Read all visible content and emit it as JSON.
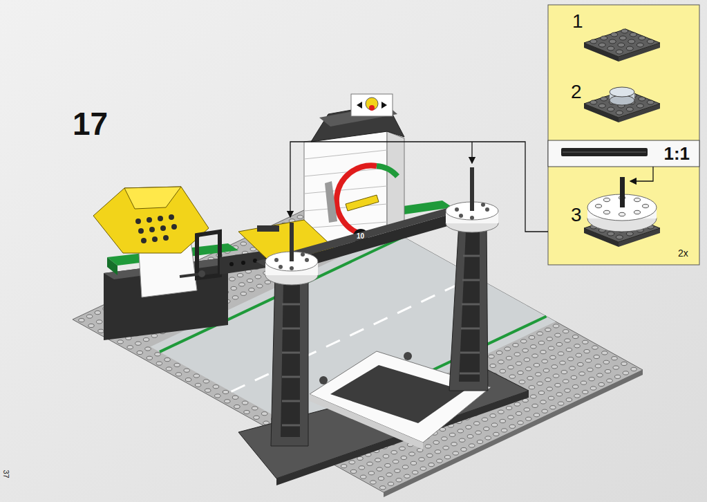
{
  "diagram": {
    "nodes": [
      {
        "text": [
          "1",
          "2",
          "3",
          "2x"
        ]
      },
      {
        "text": [
          "1:1"
        ],
        "in": 0
      }
    ],
    "labels": [
      "17",
      "10",
      "37"
    ]
  }
}
